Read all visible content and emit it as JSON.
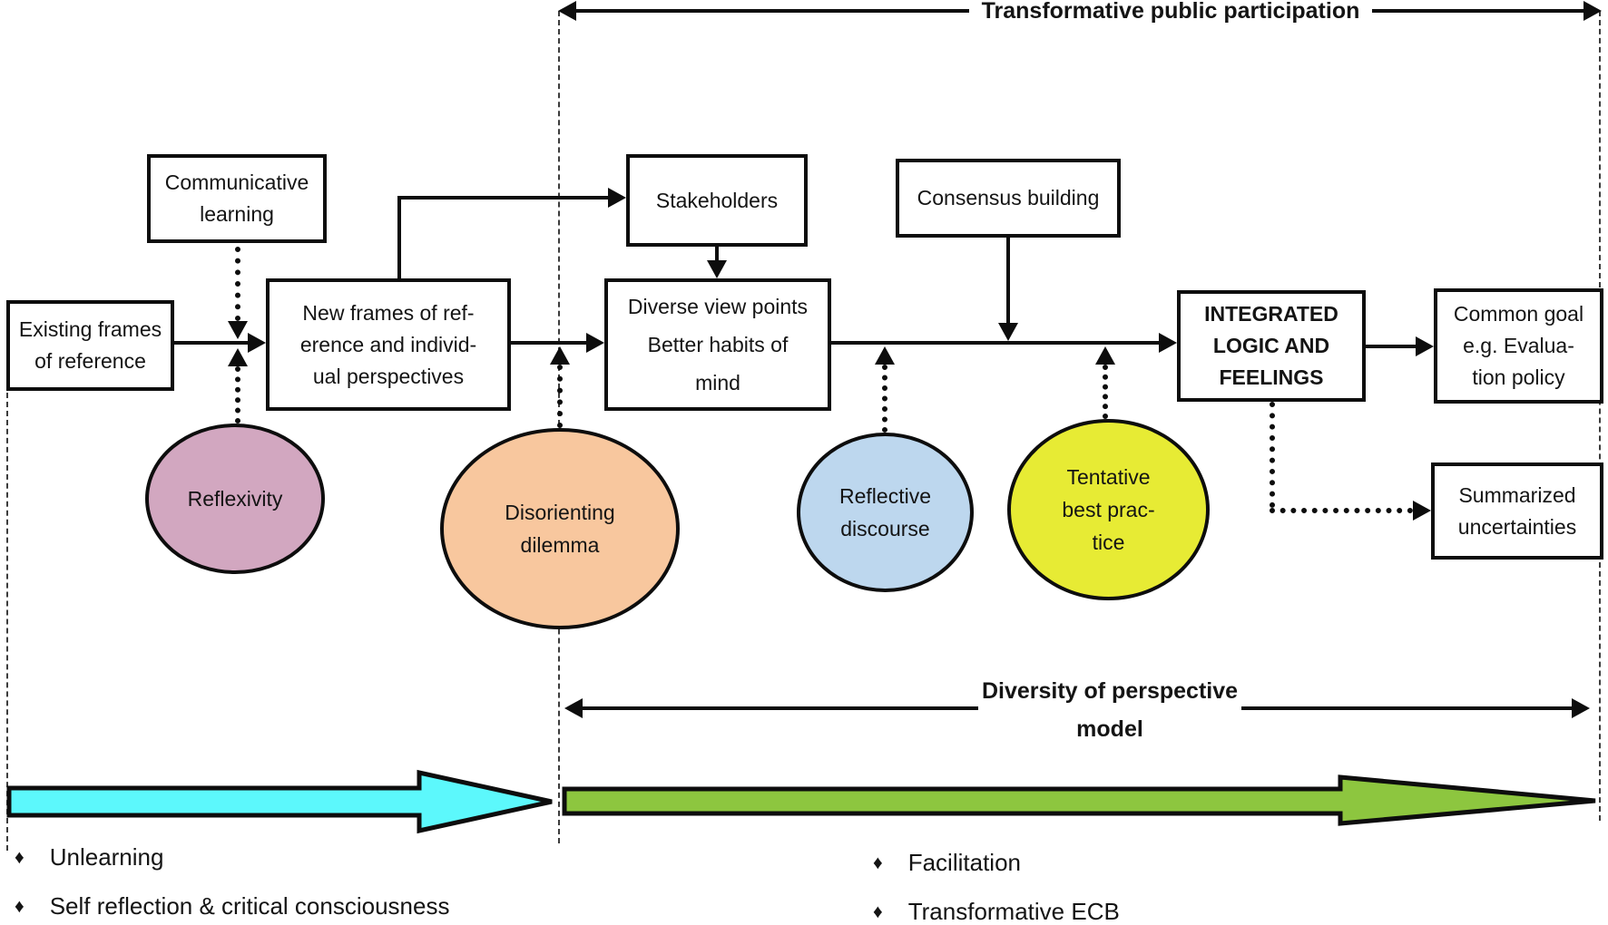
{
  "labels": {
    "transformative": "Transformative public participation",
    "diversity": "Diversity of perspective\nmodel"
  },
  "boxes": {
    "communicative_learning": "Communicative\nlearning",
    "existing_frames": "Existing frames\nof reference",
    "new_frames": "New frames of ref-\nerence and individ-\nual perspectives",
    "stakeholders": "Stakeholders",
    "diverse_view": "Diverse view points\nBetter habits of\nmind",
    "consensus_building": "Consensus building",
    "integrated": "INTEGRATED\nLOGIC AND\nFEELINGS",
    "common_goal": "Common goal\ne.g. Evalua-\ntion policy",
    "summarized": "Summarized\nuncertainties"
  },
  "circles": {
    "reflexivity": "Reflexivity",
    "disorienting": "Disorienting\ndilemma",
    "reflective": "Reflective\ndiscourse",
    "tentative": "Tentative\nbest prac-\ntice"
  },
  "bullets": {
    "glyph": "♦",
    "left": [
      "Unlearning",
      "Self reflection & critical consciousness"
    ],
    "right": [
      "Facilitation",
      "Transformative ECB"
    ]
  },
  "colors": {
    "reflexivity_fill": "#d2a7c0",
    "disorienting_fill": "#f8c79e",
    "reflective_fill": "#bdd7ee",
    "tentative_fill": "#e7eb34",
    "stage1_arrow": "#5cf8fc",
    "stage2_arrow": "#8dc63f"
  }
}
